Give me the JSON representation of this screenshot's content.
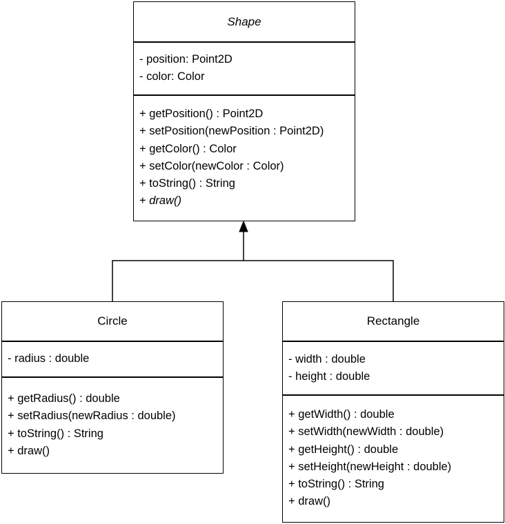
{
  "classes": {
    "shape": {
      "name": "Shape",
      "abstract": true,
      "attributes": [
        "- position: Point2D",
        "- color: Color"
      ],
      "methods": [
        {
          "text": "+ getPosition() : Point2D",
          "italic": false
        },
        {
          "text": "+ setPosition(newPosition : Point2D)",
          "italic": false
        },
        {
          "text": "+ getColor() : Color",
          "italic": false
        },
        {
          "text": "+ setColor(newColor : Color)",
          "italic": false
        },
        {
          "text": "+ toString() : String",
          "italic": false
        },
        {
          "text": "+ draw()",
          "italic": true
        }
      ]
    },
    "circle": {
      "name": "Circle",
      "abstract": false,
      "attributes": [
        "- radius : double"
      ],
      "methods": [
        {
          "text": "+ getRadius() : double",
          "italic": false
        },
        {
          "text": "+ setRadius(newRadius : double)",
          "italic": false
        },
        {
          "text": "+ toString() : String",
          "italic": false
        },
        {
          "text": "+ draw()",
          "italic": false
        }
      ]
    },
    "rectangle": {
      "name": "Rectangle",
      "abstract": false,
      "attributes": [
        "- width : double",
        "- height : double"
      ],
      "methods": [
        {
          "text": "+ getWidth() : double",
          "italic": false
        },
        {
          "text": "+ setWidth(newWidth : double)",
          "italic": false
        },
        {
          "text": "+ getHeight() : double",
          "italic": false
        },
        {
          "text": "+ setHeight(newHeight : double)",
          "italic": false
        },
        {
          "text": "+ toString() : String",
          "italic": false
        },
        {
          "text": "+ draw()",
          "italic": false
        }
      ]
    }
  },
  "relationships": [
    {
      "type": "generalization",
      "from": "Circle",
      "to": "Shape"
    },
    {
      "type": "generalization",
      "from": "Rectangle",
      "to": "Shape"
    }
  ]
}
